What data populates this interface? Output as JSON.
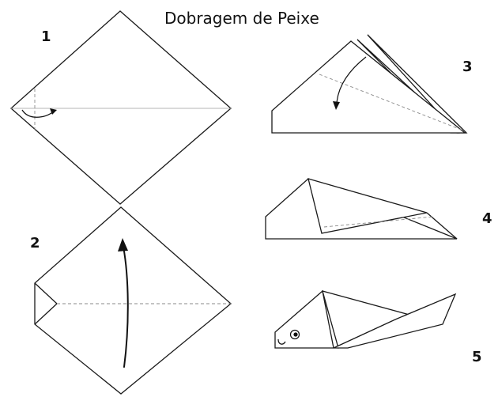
{
  "title": "Dobragem de Peixe",
  "steps": [
    {
      "number": "1"
    },
    {
      "number": "2"
    },
    {
      "number": "3"
    },
    {
      "number": "4"
    },
    {
      "number": "5"
    }
  ]
}
